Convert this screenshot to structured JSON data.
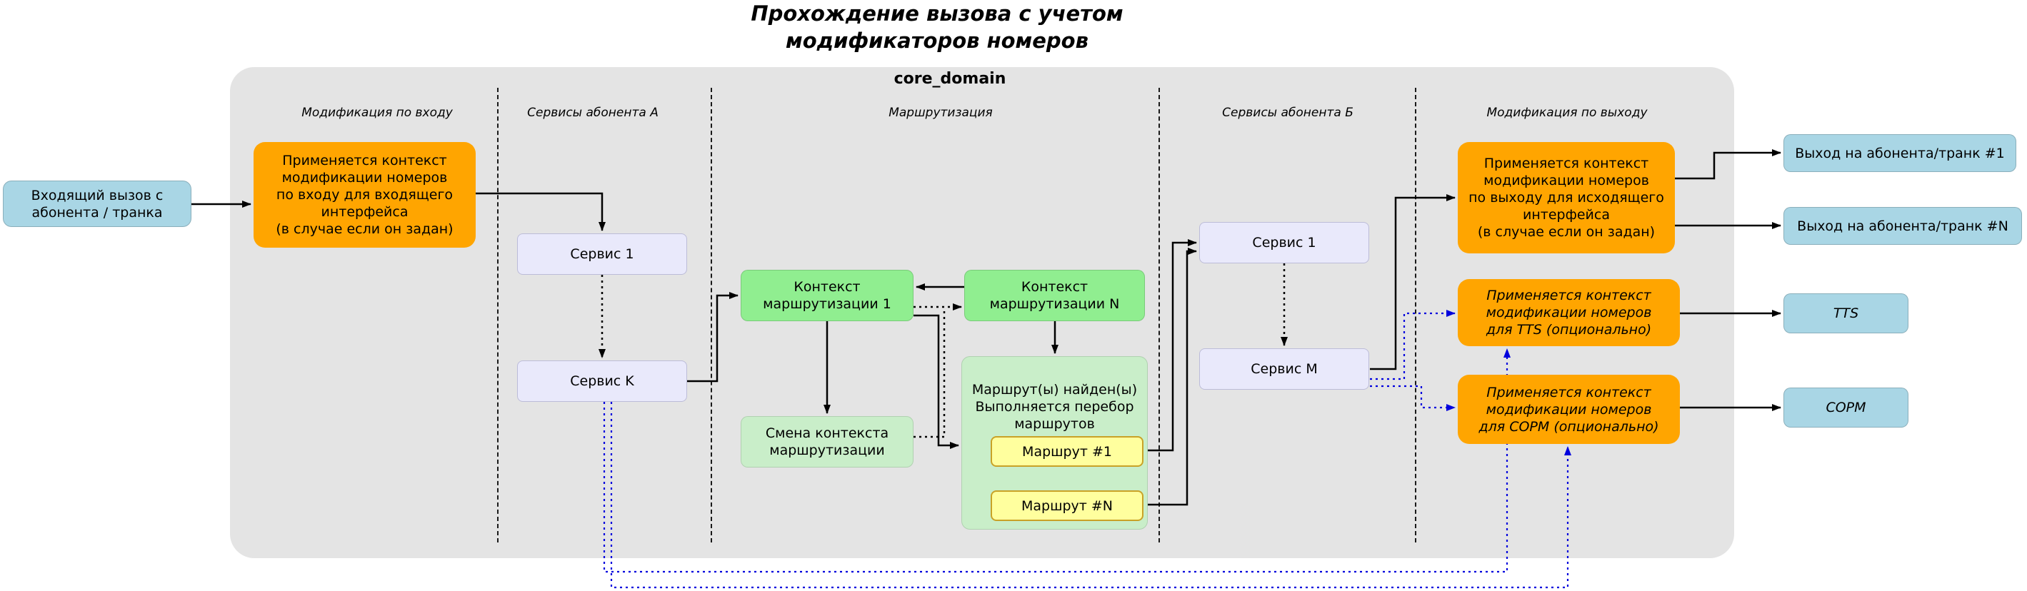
{
  "title": "Прохождение вызова с учетом\nмодификаторов номеров",
  "core_domain_label": "core_domain",
  "sections": {
    "input_mod": "Модификация по входу",
    "services_a": "Сервисы абонента А",
    "routing": "Маршрутизация",
    "services_b": "Сервисы абонента Б",
    "output_mod": "Модификация по выходу"
  },
  "nodes": {
    "incoming_call": "Входящий вызов с\nабонента / транка",
    "input_modification": "Применяется контекст\nмодификации номеров\nпо входу для входящего\nинтерфейса\n(в случае если он задан)",
    "service_a_1": "Сервис 1",
    "service_a_k": "Сервис K",
    "routing_context_1": "Контекст\nмаршрутизации 1",
    "routing_context_n": "Контекст\nмаршрутизации N",
    "context_change": "Смена контекста\nмаршрутизации",
    "routes_found": "Маршрут(ы) найден(ы)\nВыполняется перебор\nмаршрутов",
    "route_1": "Маршрут #1",
    "route_n": "Маршрут #N",
    "service_b_1": "Сервис 1",
    "service_b_m": "Сервис M",
    "output_modification": "Применяется контекст\nмодификации номеров\nпо выходу для исходящего\nинтерфейса\n(в случае если он задан)",
    "tts_modification": "Применяется контекст\nмодификации номеров\nдля TTS (опционально)",
    "sorm_modification": "Применяется контекст\nмодификации номеров\nдля СОРМ (опционально)",
    "output_trunk_1": "Выход на абонента/транк #1",
    "output_trunk_n": "Выход на абонента/транк #N",
    "tts": "TTS",
    "sorm": "СОРМ"
  },
  "colors": {
    "orange": "#ffa500",
    "light-blue": "#a9d6e5",
    "lavender": "#e9e9fb",
    "green": "#90ee90",
    "light-green": "#c9eec9",
    "yellow": "#ffff9e",
    "container-gray": "#e4e4e4",
    "arrow-black": "#000000",
    "arrow-blue": "#0000dd"
  }
}
